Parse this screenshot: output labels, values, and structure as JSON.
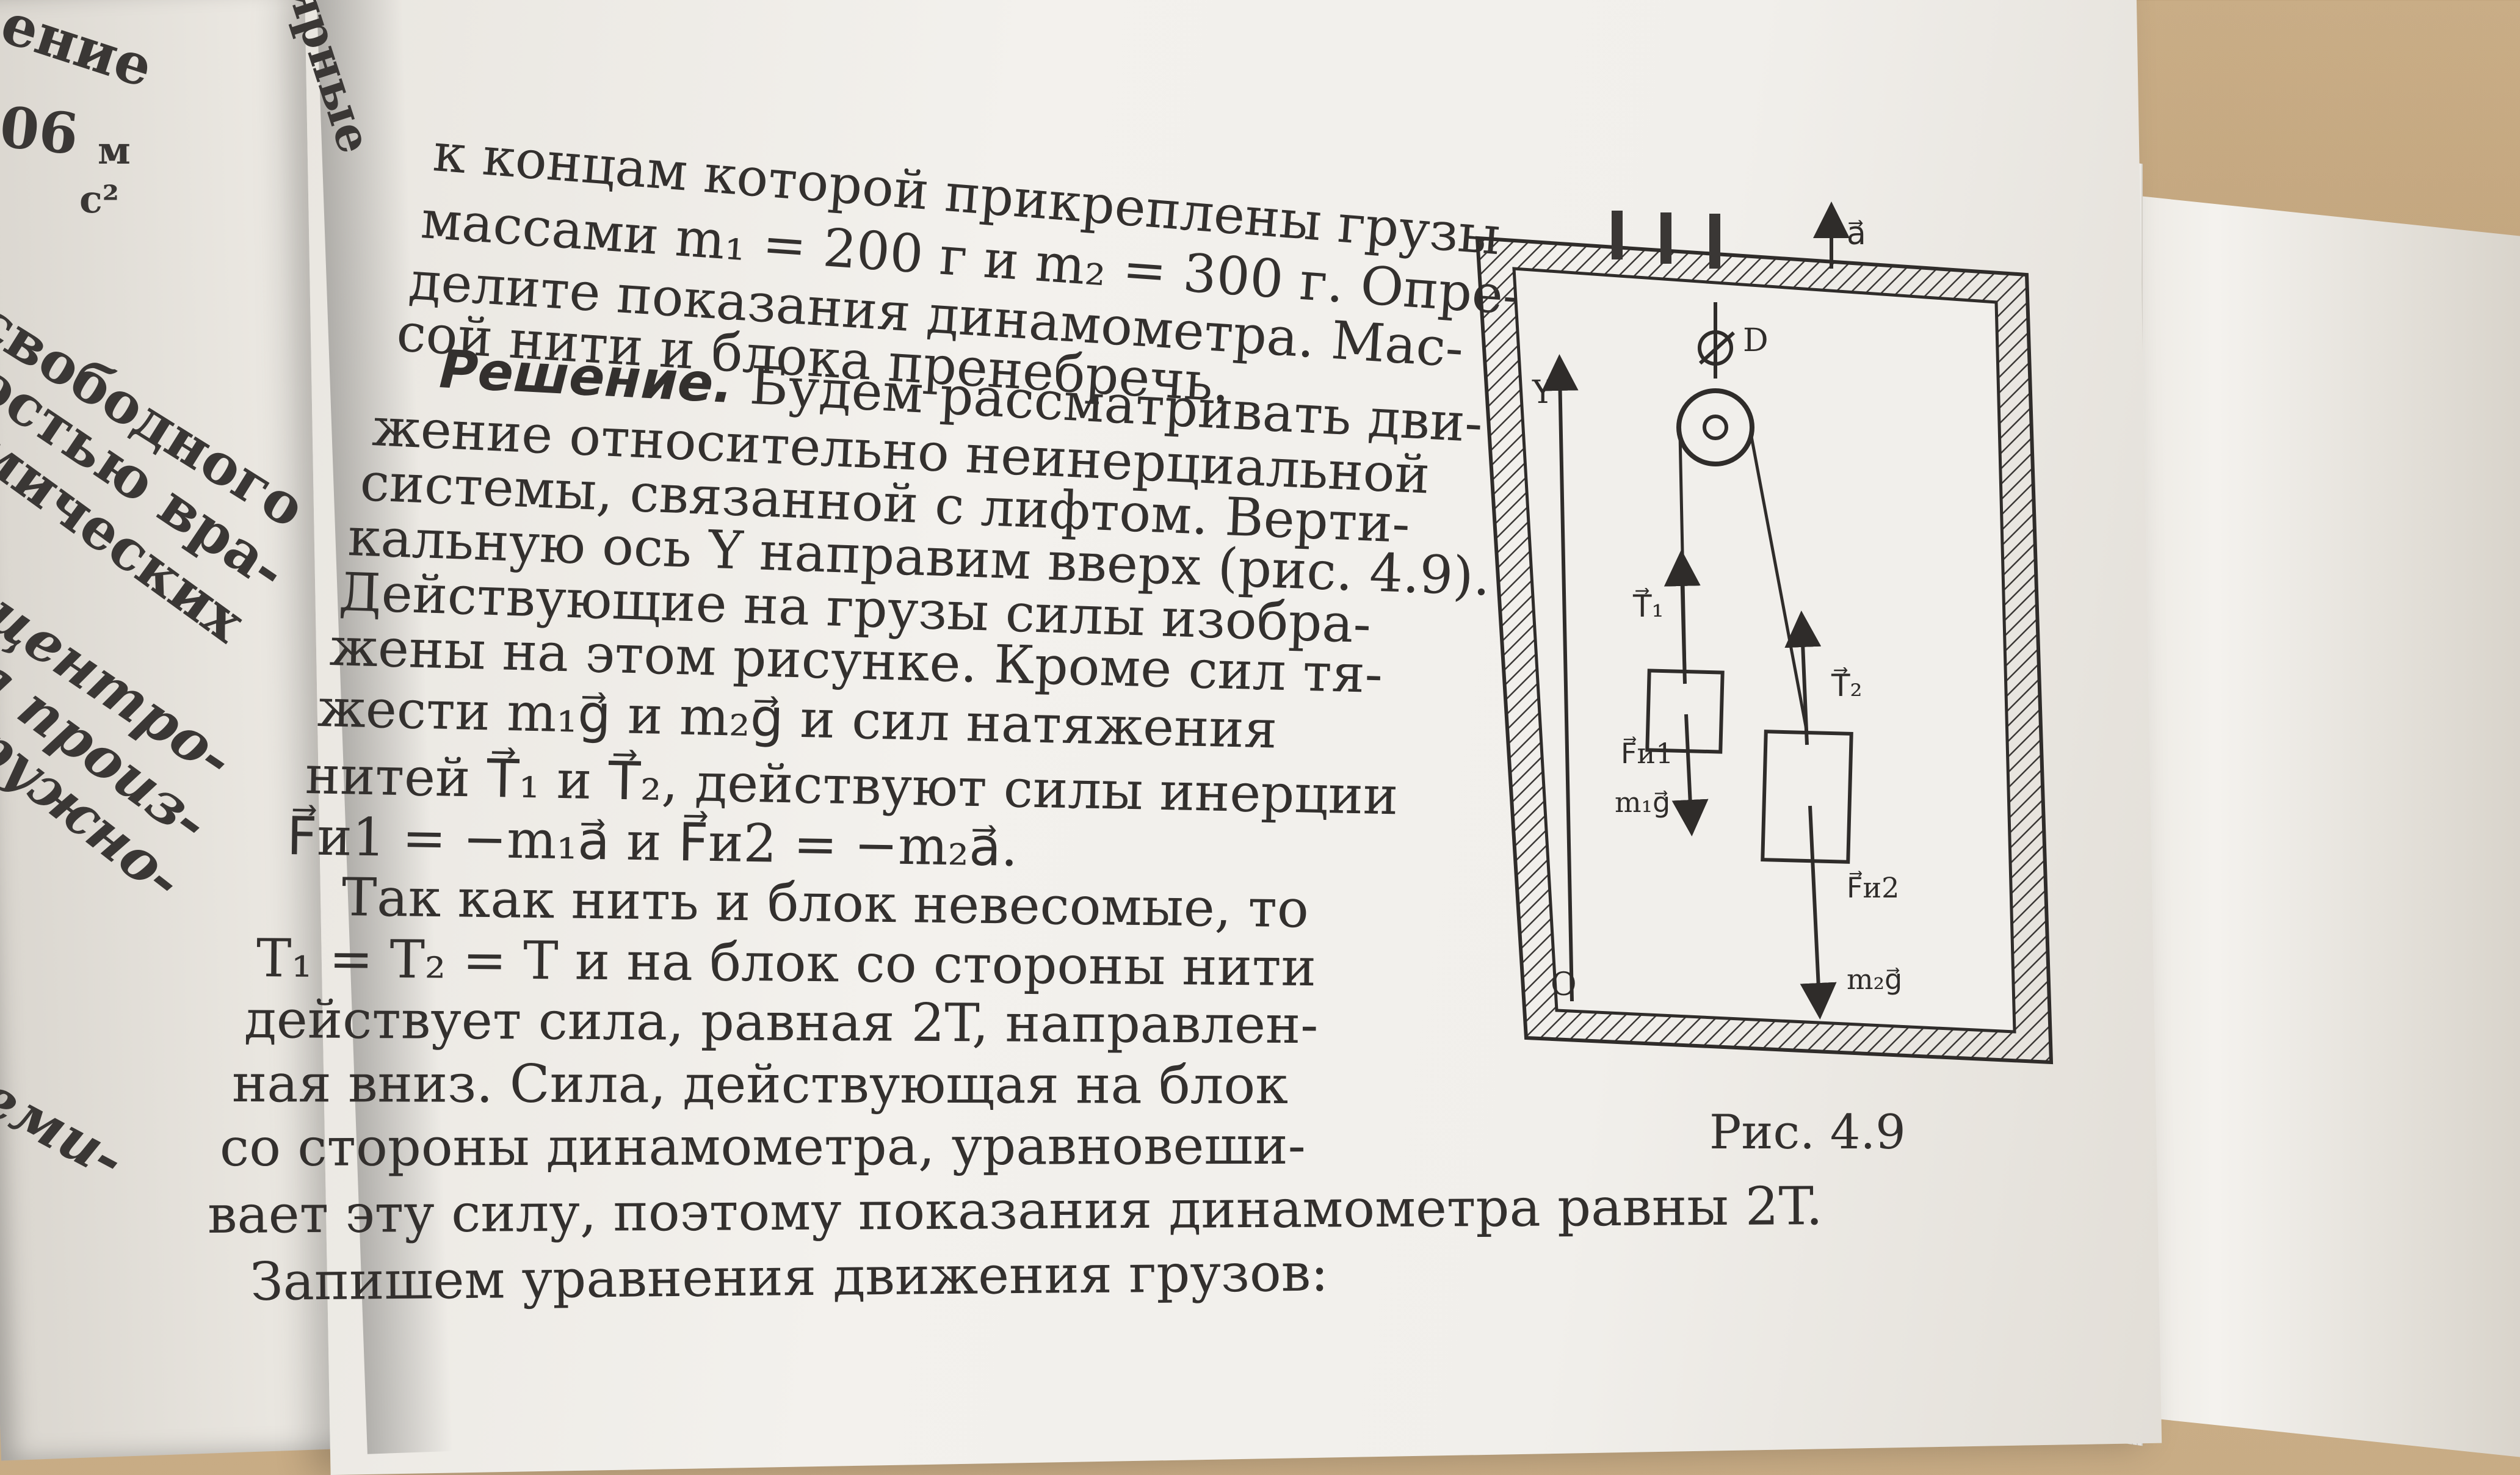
{
  "left_page": {
    "fragments": [
      "ение",
      "лярные",
      "06",
      "м",
      "с²",
      "свободного",
      "остью вра-",
      "мических",
      "центро-",
      "а произ-",
      "ружно-",
      "еми-"
    ]
  },
  "right_page": {
    "lines": [
      "к концам которой прикреплены грузы",
      "массами m₁ = 200 г и m₂ = 300 г. Опре-",
      "делите показания динамометра. Мас-",
      "сой нити и блока пренебречь.",
      "Будем рассматривать дви-",
      "жение относительно неинерциальной",
      "системы, связанной с лифтом. Верти-",
      "кальную ось Y направим вверх (рис. 4.9).",
      "Действующие на грузы силы изобра-",
      "жены на этом рисунке. Кроме сил тя-",
      "жести m₁g⃗ и m₂g⃗ и сил натяжения",
      "нитей T⃗₁ и T⃗₂, действуют силы инерции",
      "F⃗и1 = −m₁a⃗ и F⃗и2 = −m₂a⃗.",
      "Так как нить и блок невесомые, то",
      "T₁ = T₂ = T и на блок со стороны нити",
      "действует сила, равная 2T, направлен-",
      "ная вниз. Сила, действующая на блок",
      "со стороны динамометра, уравновеши-",
      "вает эту силу, поэтому показания динамометра равны 2T.",
      "Запишем уравнения движения грузов:"
    ],
    "solution_label": "Решение."
  },
  "figure": {
    "labels": {
      "a": "a⃗",
      "D": "D",
      "Y": "Y",
      "T1": "T⃗₁",
      "T2": "T⃗₂",
      "Fi1": "F⃗и1",
      "Fi2": "F⃗и2",
      "m1g": "m₁g⃗",
      "m2g": "m₂g⃗",
      "O": "O"
    },
    "caption": "Рис. 4.9"
  }
}
